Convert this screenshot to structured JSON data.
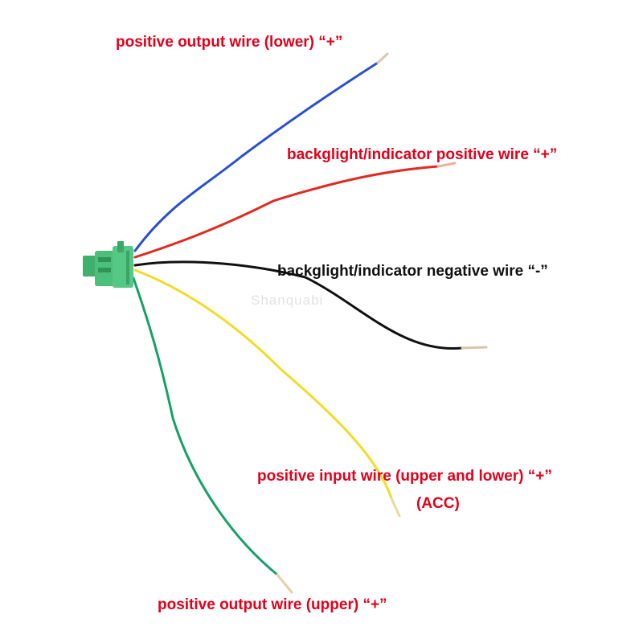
{
  "labels": {
    "blue_wire": "positive output wire (lower) “+”",
    "red_wire": "backglight/indicator positive wire “+”",
    "black_wire": "backglight/indicator negative wire “-”",
    "yellow_wire_line1": "positive input wire (upper and lower) “+”",
    "yellow_wire_line2": "(ACC)",
    "green_wire": "positive output wire (upper) “+”"
  },
  "watermark": "Shanquabi",
  "colors": {
    "label_red": "#e3001b",
    "label_black": "#111111",
    "wire_blue": "#2a52c9",
    "wire_red": "#e12a22",
    "wire_black": "#111111",
    "wire_yellow": "#f2dc25",
    "wire_green": "#17a06a",
    "connector_green": "#4cc07a"
  }
}
